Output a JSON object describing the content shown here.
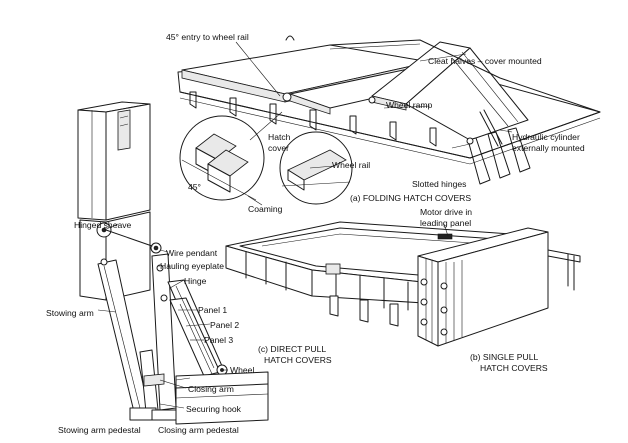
{
  "labels": {
    "entry_wheel_rail": "45° entry to wheel rail",
    "cleat_halves": "Cleat halves – cover mounted",
    "wheel_ramp": "Wheel ramp",
    "hatch_cover_1": "Hatch",
    "hatch_cover_2": "cover",
    "wheel_rail": "Wheel rail",
    "hydraulic_1": "Hydraulic cylinder",
    "hydraulic_2": "externally mounted",
    "angle_45": "45°",
    "slotted_hinges": "Slotted hinges",
    "coaming": "Coaming",
    "hinged_sheave": "Hinged sheave",
    "wire_pendant": "Wire pendant",
    "hauling_eyeplate": "Hauling eyeplate",
    "hinge": "Hinge",
    "stowing_arm": "Stowing arm",
    "panel_1": "Panel 1",
    "panel_2": "Panel 2",
    "panel_3": "Panel 3",
    "wheel": "Wheel",
    "closing_arm": "Closing arm",
    "securing_hook": "Securing hook",
    "stowing_arm_pedestal": "Stowing arm pedestal",
    "closing_arm_pedestal": "Closing arm pedestal",
    "motor_drive_1": "Motor drive in",
    "motor_drive_2": "leading panel"
  },
  "captions": {
    "folding": "(a) FOLDING HATCH COVERS",
    "direct_pull_1": "(c) DIRECT PULL",
    "direct_pull_2": "HATCH COVERS",
    "single_pull_1": "(b)  SINGLE PULL",
    "single_pull_2": "HATCH COVERS"
  }
}
